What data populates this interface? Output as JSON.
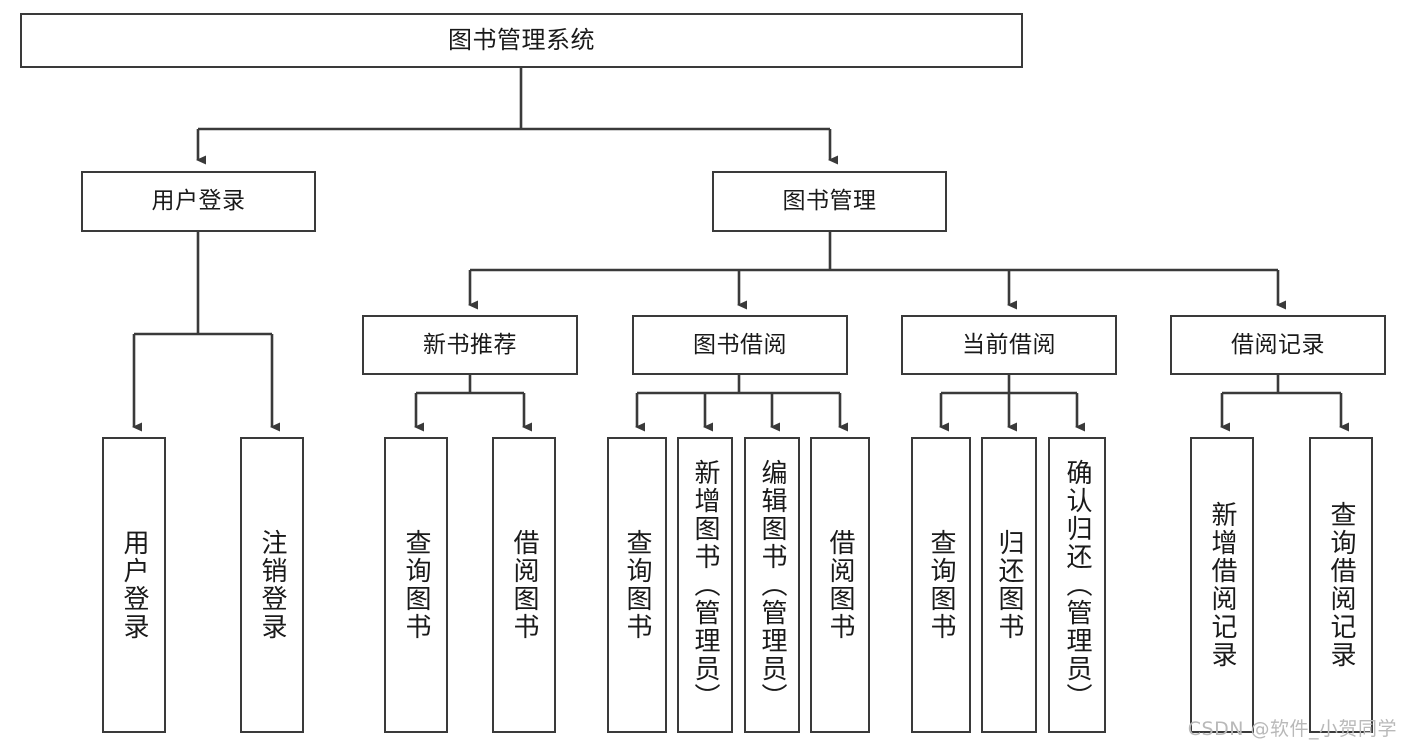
{
  "diagram": {
    "title": "图书管理系统",
    "type": "tree",
    "watermark": "CSDN @软件_小贺同学",
    "nodes": {
      "root": {
        "label": "图书管理系统"
      },
      "level2": [
        {
          "id": "user-login",
          "label": "用户登录"
        },
        {
          "id": "book-manage",
          "label": "图书管理"
        }
      ],
      "level3": [
        {
          "id": "new-book-recommend",
          "label": "新书推荐"
        },
        {
          "id": "book-borrow",
          "label": "图书借阅"
        },
        {
          "id": "current-borrow",
          "label": "当前借阅"
        },
        {
          "id": "borrow-record",
          "label": "借阅记录"
        }
      ],
      "leaves": {
        "user_login": [
          {
            "id": "leaf-user-login",
            "label": "用户登录"
          },
          {
            "id": "leaf-logout-login",
            "label": "注销登录"
          }
        ],
        "new_book_recommend": [
          {
            "id": "leaf-query-book-1",
            "label": "查询图书"
          },
          {
            "id": "leaf-borrow-book-1",
            "label": "借阅图书"
          }
        ],
        "book_borrow": [
          {
            "id": "leaf-query-book-2",
            "label": "查询图书"
          },
          {
            "id": "leaf-add-book",
            "label": "新增图书（管理员）"
          },
          {
            "id": "leaf-edit-book",
            "label": "编辑图书（管理员）"
          },
          {
            "id": "leaf-borrow-book-2",
            "label": "借阅图书"
          }
        ],
        "current_borrow": [
          {
            "id": "leaf-query-book-3",
            "label": "查询图书"
          },
          {
            "id": "leaf-return-book",
            "label": "归还图书"
          },
          {
            "id": "leaf-confirm-return",
            "label": "确认归还（管理员）"
          }
        ],
        "borrow_record": [
          {
            "id": "leaf-add-record",
            "label": "新增借阅记录"
          },
          {
            "id": "leaf-query-record",
            "label": "查询借阅记录"
          }
        ]
      }
    },
    "colors": {
      "border": "#3a3a3a",
      "background": "#ffffff",
      "text": "#1a1a1a",
      "watermark": "#b9b9b9"
    }
  }
}
